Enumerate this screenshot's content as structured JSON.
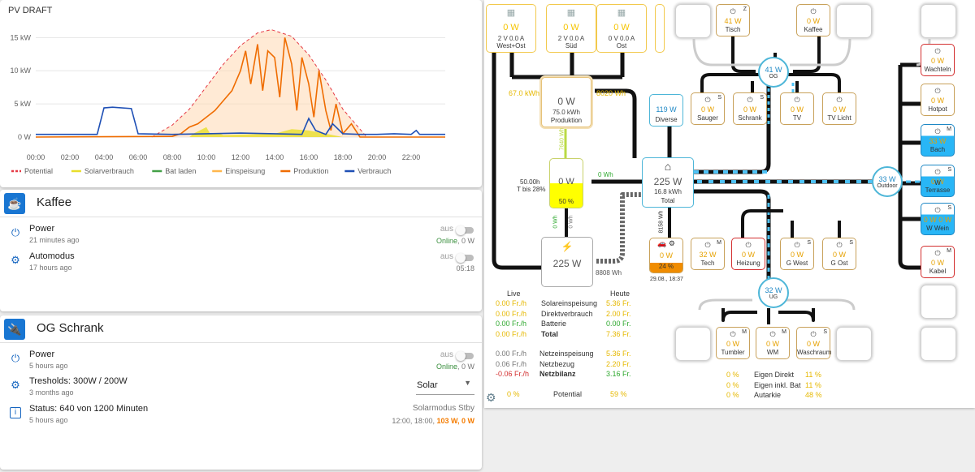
{
  "chart_card": {
    "title": "PV DRAFT"
  },
  "chart_data": {
    "type": "line",
    "title": "PV DRAFT",
    "y_ticks": [
      "15 kW",
      "10 kW",
      "5 kW",
      "0 W"
    ],
    "x_ticks": [
      "00:00",
      "02:00",
      "04:00",
      "06:00",
      "08:00",
      "10:00",
      "12:00",
      "14:00",
      "16:00",
      "18:00",
      "20:00",
      "22:00"
    ],
    "ylim": [
      0,
      17
    ],
    "legend": [
      "Potential",
      "Solarverbrauch",
      "Bat laden",
      "Einspeisung",
      "Produktion",
      "Verbrauch"
    ],
    "legend_position": "bottom",
    "colors": {
      "Potential": "#e53945",
      "Solarverbrauch": "#e8de2a",
      "Bat laden": "#43a047",
      "Einspeisung": "#ffb74d",
      "Produktion": "#ef6c00",
      "Verbrauch": "#1e4fb5"
    },
    "series": [
      {
        "name": "Potential",
        "x": [
          6.8,
          8,
          9,
          10,
          11,
          12,
          13,
          13.8,
          15,
          16,
          17,
          18,
          19,
          19.4
        ],
        "y": [
          0,
          1.8,
          4.2,
          7.6,
          11,
          13.8,
          15.7,
          16.2,
          15.2,
          12.4,
          8.6,
          4.2,
          1.2,
          0
        ]
      },
      {
        "name": "Produktion",
        "x": [
          0,
          8,
          8.5,
          9,
          9.5,
          10,
          10.5,
          11,
          11.5,
          12,
          12.3,
          12.6,
          13,
          13.3,
          13.6,
          14,
          14.3,
          14.6,
          15,
          15.3,
          15.6,
          16,
          16.3,
          16.6,
          17,
          17.3,
          17.6,
          18,
          18.5,
          19,
          20,
          24
        ],
        "y": [
          0,
          0.1,
          0.5,
          1.5,
          2,
          3,
          4,
          5.5,
          7,
          10,
          13,
          8,
          14,
          7,
          13,
          12,
          6,
          15,
          11,
          4,
          12,
          8,
          3,
          10,
          4,
          1,
          5,
          0.5,
          2,
          0,
          0,
          0
        ]
      },
      {
        "name": "Solarverbrauch",
        "x": [
          0,
          9,
          9.3,
          10,
          10.2,
          10.7,
          11,
          14,
          15,
          16,
          17,
          18,
          24
        ],
        "y": [
          0,
          0,
          0.6,
          1.5,
          0.6,
          0.6,
          0.3,
          0.5,
          1.2,
          1,
          0.5,
          0,
          0
        ]
      },
      {
        "name": "Verbrauch",
        "x": [
          0,
          3.6,
          4,
          4.5,
          5.6,
          6,
          8,
          10,
          12,
          14,
          15.6,
          16,
          16.4,
          17,
          17.4,
          18,
          19,
          20,
          21,
          22,
          22.3,
          22.5,
          24
        ],
        "y": [
          0.4,
          0.4,
          4.4,
          4.5,
          4.3,
          0.5,
          0.4,
          0.5,
          0.6,
          0.5,
          0.4,
          2.8,
          1,
          0.4,
          2,
          0.5,
          0.4,
          0.4,
          0.5,
          0.4,
          1,
          0.4,
          0.4
        ]
      }
    ]
  },
  "kaffee": {
    "title": "Kaffee",
    "power": {
      "label": "Power",
      "time": "21 minutes ago",
      "state": "aus",
      "status_on": "Online",
      "status_rest": ", 0 W"
    },
    "auto": {
      "label": "Automodus",
      "time": "17 hours ago",
      "state": "aus",
      "value": "05:18"
    }
  },
  "og_schrank": {
    "title": "OG Schrank",
    "power": {
      "label": "Power",
      "time": "5 hours ago",
      "state": "aus",
      "status_on": "Online",
      "status_rest": ", 0 W"
    },
    "tresholds": {
      "label": "Tresholds: 300W / 200W",
      "time": "3 months ago",
      "select_value": "Solar"
    },
    "status": {
      "label": "Status: 640 von 1200 Minuten",
      "time": "5 hours ago",
      "mode": "Solarmodus Stby",
      "times": "12:00, 18:00,",
      "hl": "103 W, 0 W"
    }
  },
  "energy": {
    "panels": [
      {
        "name": "West+Ost",
        "power": "0 W",
        "v": "2 V",
        "a": "0.0 A"
      },
      {
        "name": "Süd",
        "power": "0 W",
        "v": "2 V",
        "a": "0.0 A"
      },
      {
        "name": "Ost",
        "power": "0 W",
        "v": "0 V",
        "a": "0.0 A"
      }
    ],
    "production": {
      "power": "0 W",
      "energy": "75.0 kWh",
      "label": "Produktion",
      "left": "67.0 kWh",
      "right": "8020 Wh"
    },
    "battery": {
      "power": "0 W",
      "pct": "50 %",
      "left1": "50.00h",
      "left2": "T bis 28%",
      "right_line": "0 Wh",
      "up_label": "7640 Wh",
      "down1": "0 Wh",
      "down2": "0 Wh"
    },
    "total": {
      "power": "225 W",
      "energy": "16.8 kWh",
      "label": "Total",
      "vert_label": "8158 Wh"
    },
    "grid": {
      "power": "225 W",
      "energy": "8808 Wh"
    },
    "diverse": {
      "power": "119 W",
      "label": "Diverse"
    },
    "car": {
      "power": "0 W",
      "pct": "24 %",
      "time": "29.08., 18:37"
    },
    "hubs": {
      "og": {
        "power": "41 W",
        "label": "OG"
      },
      "outdoor": {
        "power": "33 W",
        "label": "Outdoor"
      },
      "ug": {
        "power": "32 W",
        "label": "UG"
      }
    },
    "og_top": [
      {
        "name": "Tisch",
        "power": "41 W",
        "badge": "Z"
      },
      {
        "name": "Kaffee",
        "power": "0 W",
        "badge": ""
      }
    ],
    "og_row": [
      {
        "name": "Sauger",
        "power": "0 W",
        "badge": "S"
      },
      {
        "name": "Schrank",
        "power": "0 W",
        "badge": "S"
      },
      {
        "name": "TV",
        "power": "0 W",
        "badge": ""
      },
      {
        "name": "TV Licht",
        "power": "0 W",
        "badge": ""
      }
    ],
    "ug_row": [
      {
        "name": "Tech",
        "power": "32 W",
        "badge": "M"
      },
      {
        "name": "Heizung",
        "power": "0 W",
        "badge": ""
      },
      {
        "name": "G West",
        "power": "0 W",
        "badge": "S"
      },
      {
        "name": "G Ost",
        "power": "0 W",
        "badge": "S"
      }
    ],
    "ug_bottom": [
      {
        "name": "Tumbler",
        "power": "0 W",
        "badge": "M"
      },
      {
        "name": "WM",
        "power": "0 W",
        "badge": "M"
      },
      {
        "name": "Waschraum",
        "power": "0 W",
        "badge": "S"
      }
    ],
    "outdoor": [
      {
        "name": "Wachteln",
        "power": "0 W",
        "badge": ""
      },
      {
        "name": "Hotpot",
        "power": "0 W",
        "badge": ""
      },
      {
        "name": "Bach",
        "power": "33 W",
        "badge": "M"
      },
      {
        "name": "W Terrasse",
        "power": "0 W",
        "badge": "S"
      },
      {
        "name": "W Wein",
        "power": "0 W  0 W",
        "badge": "S"
      },
      {
        "name": "Kabel",
        "power": "0 W",
        "badge": "M"
      }
    ],
    "finance": {
      "live": "Live",
      "heute": "Heute",
      "rows": [
        {
          "live": "0.00 Fr./h",
          "label": "Solareinspeisung",
          "heute": "5.36 Fr."
        },
        {
          "live": "0.00 Fr./h",
          "label": "Direktverbrauch",
          "heute": "2.00 Fr."
        },
        {
          "live": "0.00 Fr./h",
          "label": "Batterie",
          "heute": "0.00 Fr."
        },
        {
          "live": "0.00 Fr./h",
          "label": "Total",
          "heute": "7.36 Fr."
        }
      ],
      "rows2": [
        {
          "live": "0.00 Fr./h",
          "label": "Netzeinspeisung",
          "heute": "5.36 Fr."
        },
        {
          "live": "0.06 Fr./h",
          "label": "Netzbezug",
          "heute": "2.20 Fr."
        },
        {
          "live": "-0.06 Fr./h",
          "label": "Netzbilanz",
          "heute": "3.16 Fr."
        }
      ],
      "potential": {
        "live": "0 %",
        "label": "Potential",
        "heute": "59 %"
      }
    },
    "autarkie": [
      {
        "a": "0 %",
        "label": "Eigen Direkt",
        "b": "11 %"
      },
      {
        "a": "0 %",
        "label": "Eigen inkl. Bat",
        "b": "11 %"
      },
      {
        "a": "0 %",
        "label": "Autarkie",
        "b": "48 %"
      }
    ]
  }
}
